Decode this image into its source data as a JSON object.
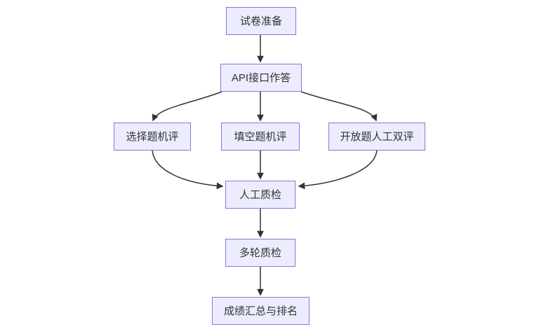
{
  "diagram": {
    "type": "flowchart",
    "direction": "top-down",
    "colors": {
      "background": "#FFFFFF",
      "node_fill": "#ECECFF",
      "node_border": "#9370DB",
      "node_text": "#333333",
      "edge_line": "#333333",
      "arrowhead": "#333333"
    },
    "nodes": [
      {
        "id": "prep",
        "label": "试卷准备"
      },
      {
        "id": "api",
        "label": "API接口作答"
      },
      {
        "id": "mcq",
        "label": "选择题机评"
      },
      {
        "id": "blank",
        "label": "填空题机评"
      },
      {
        "id": "open",
        "label": "开放题人工双评"
      },
      {
        "id": "manual",
        "label": "人工质检"
      },
      {
        "id": "multi",
        "label": "多轮质检"
      },
      {
        "id": "summary",
        "label": "成绩汇总与排名"
      }
    ],
    "edges": [
      {
        "from": "试卷准备",
        "to": "API接口作答"
      },
      {
        "from": "API接口作答",
        "to": "选择题机评"
      },
      {
        "from": "API接口作答",
        "to": "填空题机评"
      },
      {
        "from": "API接口作答",
        "to": "开放题人工双评"
      },
      {
        "from": "选择题机评",
        "to": "人工质检"
      },
      {
        "from": "填空题机评",
        "to": "人工质检"
      },
      {
        "from": "开放题人工双评",
        "to": "人工质检"
      },
      {
        "from": "人工质检",
        "to": "多轮质检"
      },
      {
        "from": "多轮质检",
        "to": "成绩汇总与排名"
      }
    ]
  }
}
